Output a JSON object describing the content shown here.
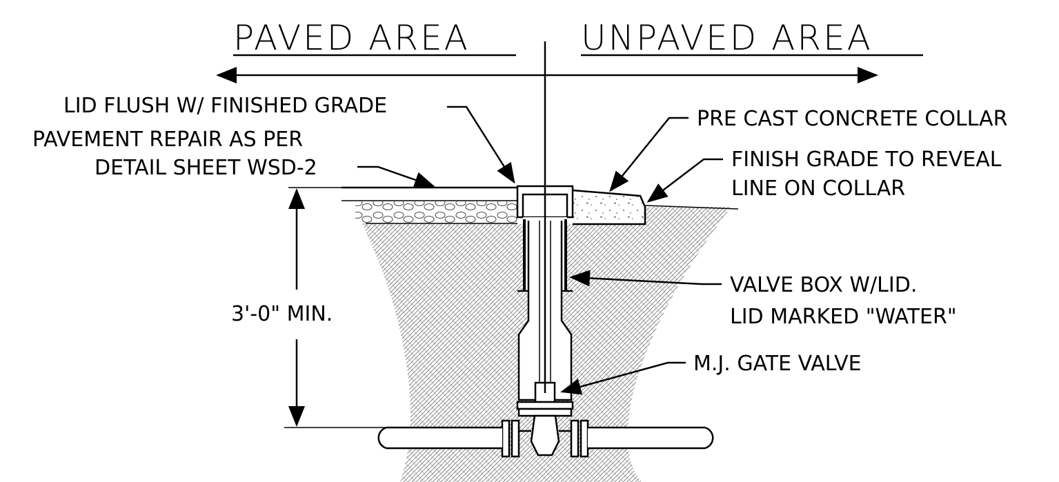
{
  "headings": {
    "paved": "PAVED AREA",
    "unpaved": "UNPAVED AREA"
  },
  "callouts": {
    "lid_flush": "LID FLUSH W/ FINISHED GRADE",
    "pavement_repair_line1": "PAVEMENT REPAIR AS PER",
    "pavement_repair_line2": "DETAIL SHEET WSD-2",
    "precast_collar": "PRE CAST CONCRETE COLLAR",
    "finish_grade_line1": "FINISH GRADE TO REVEAL",
    "finish_grade_line2": "LINE ON COLLAR",
    "valve_box_line1": "VALVE BOX W/LID.",
    "valve_box_line2": "LID MARKED \"WATER\"",
    "gate_valve": "M.J. GATE VALVE"
  },
  "dimension": {
    "depth": "3'-0\" MIN."
  },
  "colors": {
    "ink": "#000000",
    "background": "#ffffff"
  }
}
